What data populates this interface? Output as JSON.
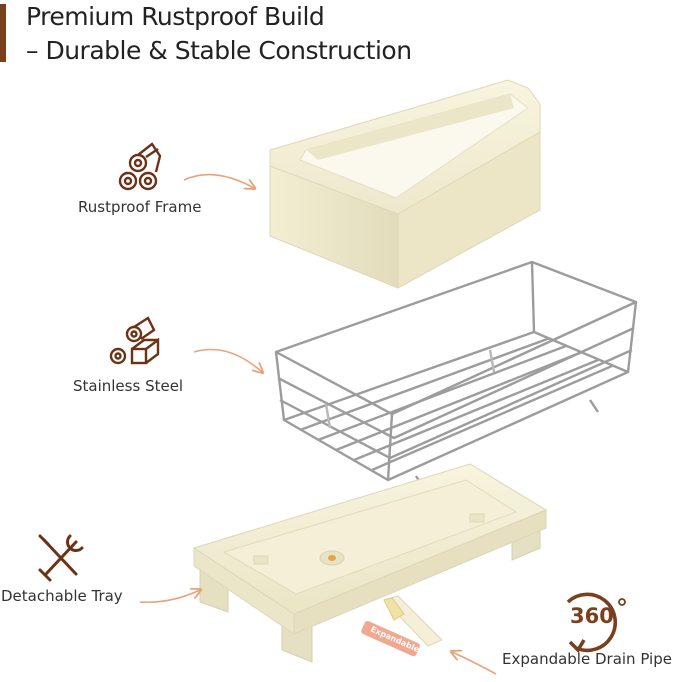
{
  "heading": {
    "line1": "Premium Rustproof Build",
    "line2": "– Durable & Stable Construction"
  },
  "features": {
    "frame_label": "Rustproof Frame",
    "steel_label": "Stainless Steel",
    "tray_label": "Detachable Tray",
    "drain_label": "Expandable Drain Pipe"
  },
  "badge_text": "360",
  "pipe_tag": "Expandable",
  "colors": {
    "accent": "#7a3f1d",
    "icon": "#6b3216",
    "arrow": "#e8a27a",
    "cream": "#f5f0d8",
    "cream_shadow": "#dcd6b8",
    "chrome": "#9c9c9c",
    "tag": "#f0a890"
  },
  "icons": [
    "logs-icon",
    "wood-blocks-icon",
    "tools-icon",
    "rotate-360-icon"
  ]
}
